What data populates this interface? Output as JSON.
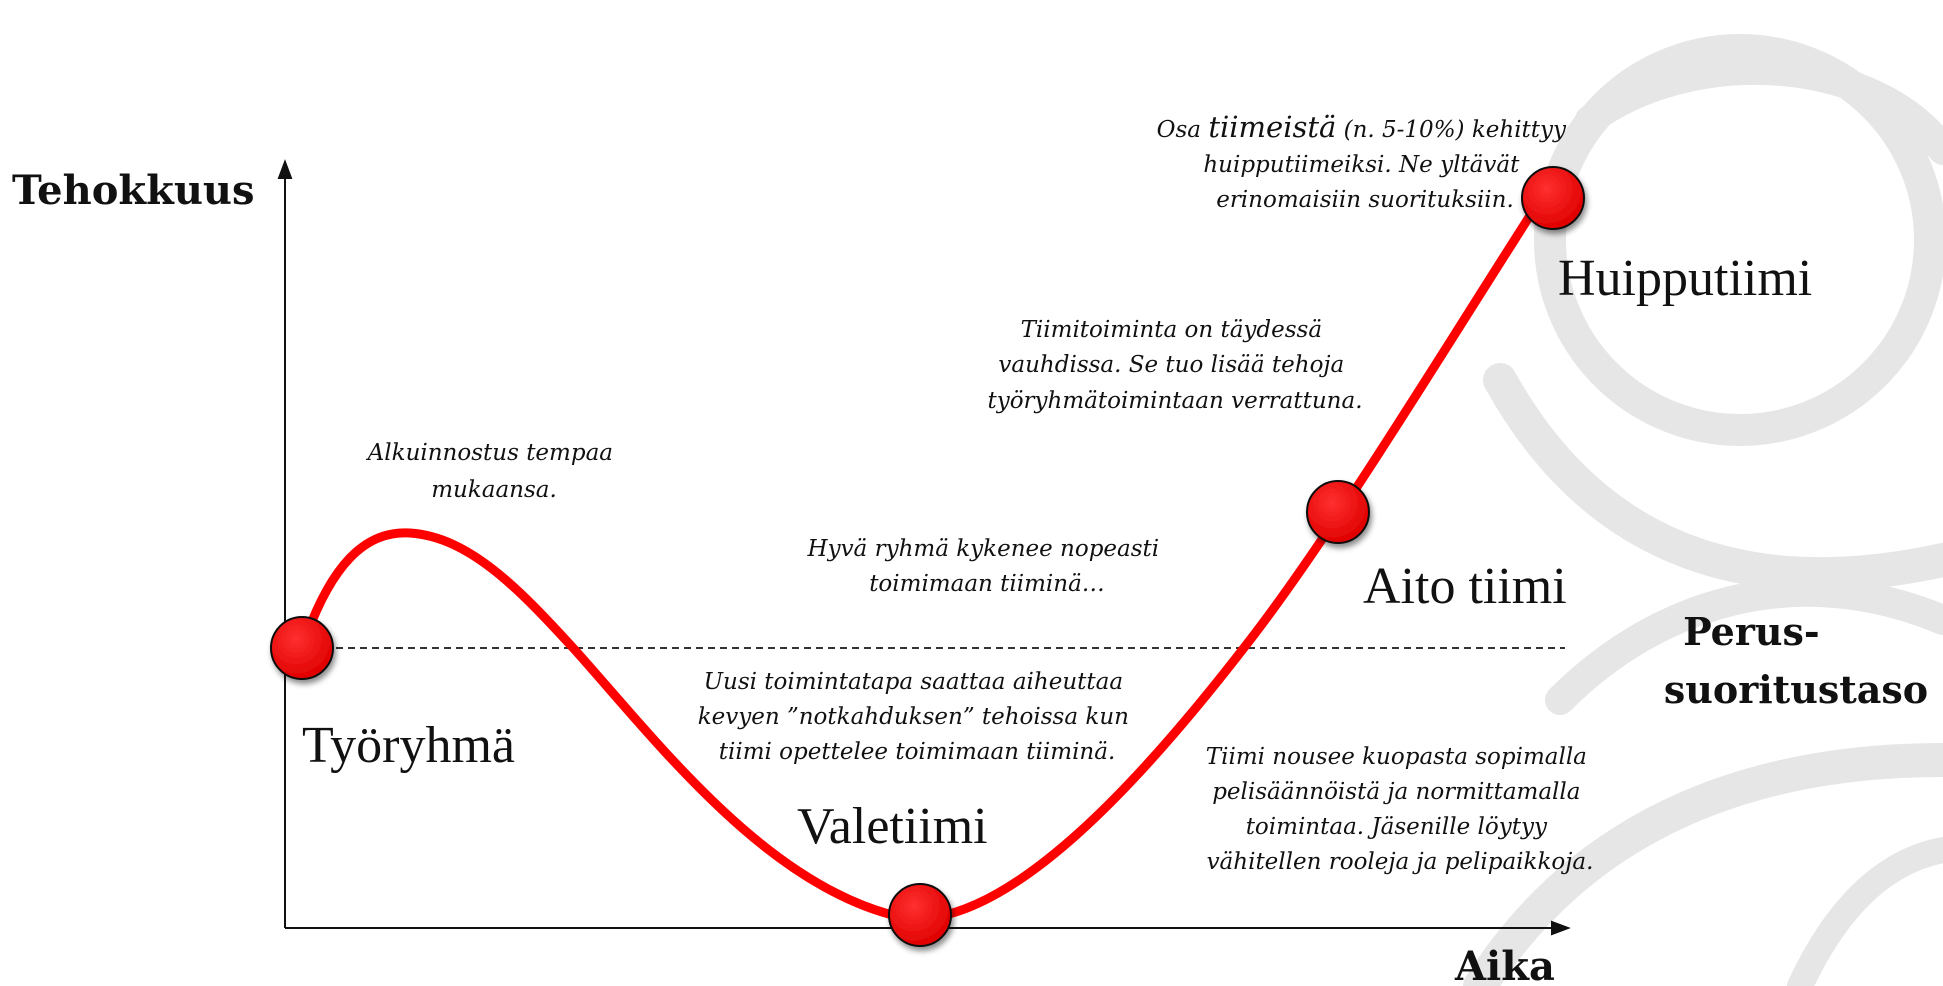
{
  "axes": {
    "y_label": "Tehokkuus",
    "x_label": "Aika"
  },
  "baseline": {
    "label_lines": [
      "Perus-",
      "suoritustaso"
    ]
  },
  "stages": [
    {
      "key": "tyoryhma",
      "label": "Työryhmä"
    },
    {
      "key": "valetiimi",
      "label": "Valetiimi"
    },
    {
      "key": "aito_tiimi",
      "label": "Aito tiimi"
    },
    {
      "key": "huipputiimi",
      "label": "Huipputiimi"
    }
  ],
  "notes": {
    "alkuinnostus": [
      "Alkuinnostus tempaa",
      "mukaansa."
    ],
    "hyva_ryhma": [
      "Hyvä ryhmä kykenee nopeasti",
      "toimimaan tiiminä…"
    ],
    "notkahdus": [
      "Uusi toimintatapa saattaa aiheuttaa",
      "kevyen ”notkahduksen” tehoissa kun",
      "tiimi opettelee toimimaan tiiminä."
    ],
    "kuoppa": [
      "Tiimi nousee kuopasta sopimalla",
      "pelisäännöistä ja normittamalla",
      "toimintaa. Jäsenille löytyy",
      "vähitellen rooleja ja pelipaikkoja."
    ],
    "tiimitoiminta": [
      "Tiimitoiminta on täydessä",
      "vauhdissa. Se tuo lisää tehoja",
      "työryhmätoimintaan verrattuna."
    ],
    "huippu": [
      "Osa ",
      "tiimeistä",
      " (n. 5-10%) kehittyy",
      "huipputiimeiksi. Ne yltävät",
      "erinomaisiin suorituksiin."
    ]
  },
  "colors": {
    "curve": "#ff0000",
    "marker": "#ee0000",
    "watermark": "#e6e6e6",
    "axis": "#111111"
  }
}
